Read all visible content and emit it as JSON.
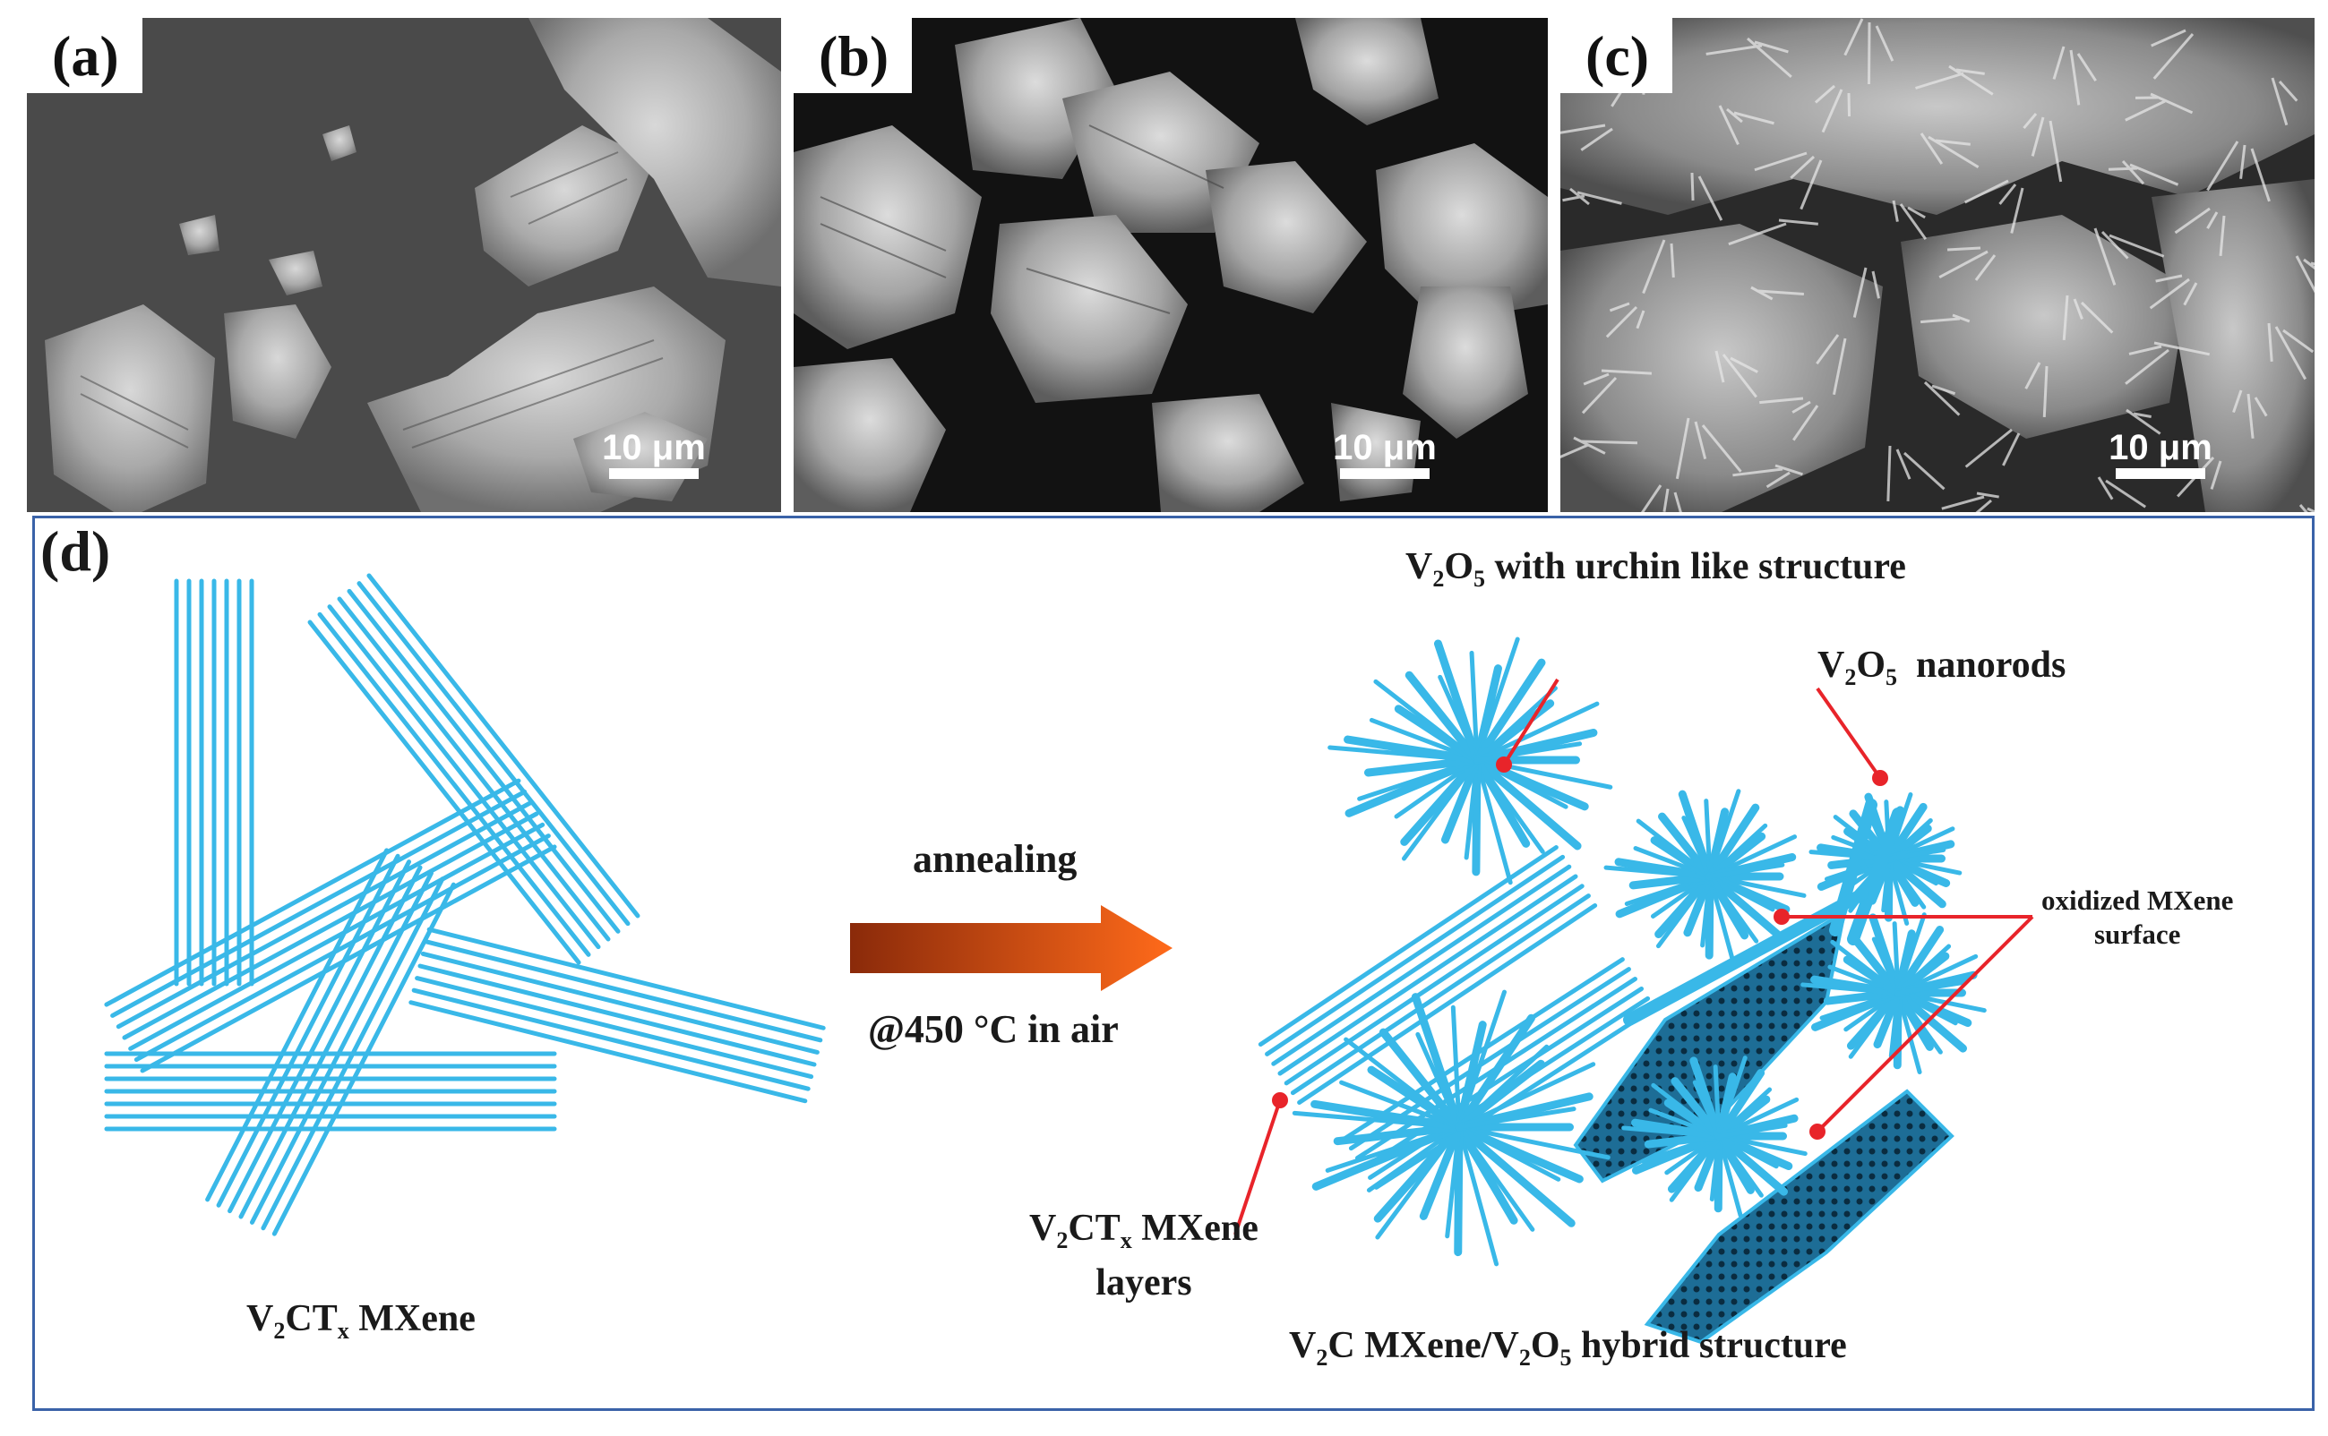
{
  "panels": {
    "a": {
      "label": "(a)",
      "scale": "10 μm"
    },
    "b": {
      "label": "(b)",
      "scale": "10 μm"
    },
    "c": {
      "label": "(c)",
      "scale": "10 μm"
    },
    "d": {
      "label": "(d)"
    }
  },
  "schematic": {
    "left_title": {
      "pre": "V",
      "s1": "2",
      "mid": "CT",
      "s2": "x",
      "post": " MXene"
    },
    "arrow_top": "annealing",
    "arrow_bottom": "@450 °C in air",
    "urchin": {
      "pre": "V",
      "s1": "2",
      "mid": "O",
      "s2": "5",
      "post": " with urchin like structure"
    },
    "nanorods": {
      "pre": "V",
      "s1": "2",
      "mid": "O",
      "s2": "5",
      "post": "  nanorods"
    },
    "oxidized": {
      "line1": "oxidized MXene",
      "line2": "surface"
    },
    "layers": {
      "pre": "V",
      "s1": "2",
      "mid": "CT",
      "s2": "x",
      "post": " MXene",
      "line2": "layers"
    },
    "hybrid": {
      "pre": "V",
      "s1": "2",
      "mid": "C MXene/V",
      "s2": "2",
      "mid2": "O",
      "s3": "5",
      "post": " hybrid structure"
    }
  },
  "colors": {
    "mxene": "#39b8e8",
    "oxidized": "#14506f",
    "arrow_start": "#8a2a0a",
    "arrow_end": "#ff6a1a",
    "pointer": "#e8242a",
    "frame": "#3a62a8"
  }
}
